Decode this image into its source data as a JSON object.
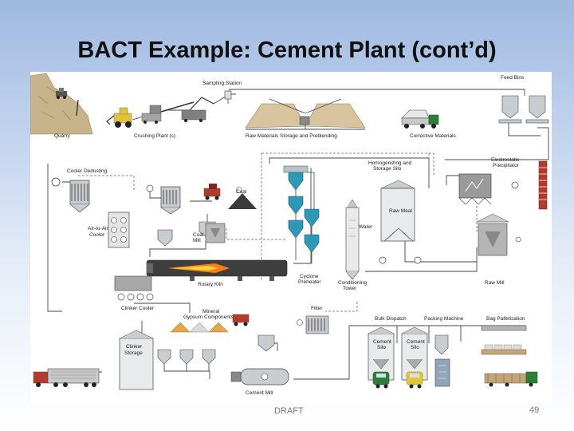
{
  "slide": {
    "title": "BACT Example: Cement Plant (cont’d)",
    "footer_left": "DRAFT",
    "page_number": "49"
  },
  "diagram": {
    "labels": {
      "quarry": "Quarry",
      "crushing_plant": "Crushing Plant (s)",
      "sampling_station": "Sampling Station",
      "raw_materials_storage": "Raw Materials Storage and Preblending",
      "corrective_materials": "Corrective Materials",
      "feed_bins": "Feed Bins",
      "cooler_dedusting": "Cooler Dedusting",
      "homogenizing_1": "Homogenizing and",
      "homogenizing_2": "Storage Silo",
      "electrostatic_1": "Electrostatic",
      "electrostatic_2": "Precipitator",
      "coal": "Coal",
      "raw_meal": "Raw Meal",
      "air_to_air_1": "Air-to-Air",
      "air_to_air_2": "Cooler",
      "coal_mill_1": "Coal",
      "coal_mill_2": "Mill",
      "water": "Water",
      "rotary_kiln": "Rotary Kiln",
      "cyclone_1": "Cyclone",
      "cyclone_2": "Preheater",
      "conditioning_1": "Conditioning",
      "conditioning_2": "Tower",
      "raw_mill": "Raw Mill",
      "clinker_cooler": "Clinker Cooler",
      "mineral_1": "Mineral",
      "mineral_2": "Gypsum Components",
      "filter": "Filter",
      "bulk_dispatch": "Bulk Dispatch",
      "packing_machine": "Packing Machine",
      "bag_palletisation": "Bag Palletisation",
      "clinker_storage_1": "Clinker",
      "clinker_storage_2": "Storage",
      "cement_silo_1a": "Cement",
      "cement_silo_1b": "Silo",
      "cement_silo_2a": "Cement",
      "cement_silo_2b": "Silo",
      "cement_mill": "Cement Mill"
    },
    "colors": {
      "hopper_gray": "#c9ccd0",
      "kiln_dark": "#3e3e3e",
      "flame": "#ff7a1a",
      "cyclone_teal": "#2e98b6",
      "truck_green": "#2f7d3a",
      "truck_yellow": "#e2c63a",
      "truck_red": "#b23a2e",
      "stockpile_tan": "#d8c49e",
      "gypsum_orange": "#e2a54a",
      "flow_line": "#444444",
      "dashed_line": "#666666"
    }
  }
}
